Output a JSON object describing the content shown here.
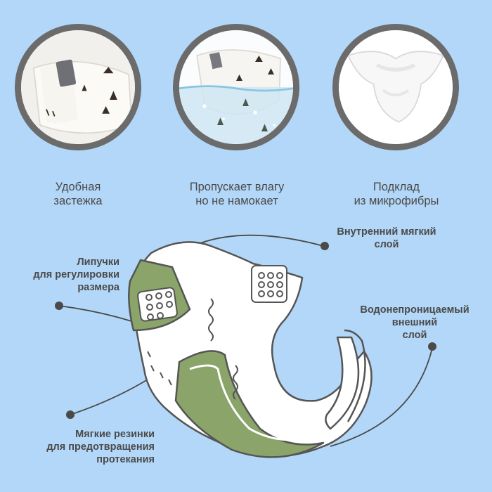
{
  "features": [
    {
      "line1": "Удобная",
      "line2": "застежка",
      "icon": "diaper-fastener-photo"
    },
    {
      "line1": "Пропускает влагу",
      "line2": "но не намокает",
      "icon": "diaper-in-water-photo"
    },
    {
      "line1": "Подклад",
      "line2": "из микрофибры",
      "icon": "microfiber-lining-photo"
    }
  ],
  "callouts": {
    "inner_layer": {
      "line1": "Внутренний мягкий",
      "line2": "слой"
    },
    "velcro": {
      "line1": "Липучки",
      "line2": "для регулировки",
      "line3": "размера"
    },
    "waterproof": {
      "line1": "Водонепроницаемый",
      "line2": "внешний",
      "line3": "слой"
    },
    "elastics": {
      "line1": "Мягкие резинки",
      "line2": "для предотвращения",
      "line3": "протекания"
    }
  },
  "colors": {
    "background": "#b3d7f8",
    "circle_border": "#6b6b6b",
    "accent_green": "#8aa46a",
    "text": "#4a4a4a"
  }
}
